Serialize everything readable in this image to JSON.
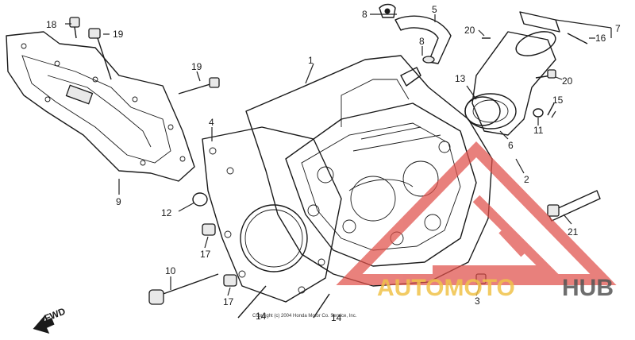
{
  "labels": {
    "l1": "1",
    "l2": "2",
    "l3": "3",
    "l4": "4",
    "l5": "5",
    "l6": "6",
    "l7": "7",
    "l8a": "8",
    "l8b": "8",
    "l9": "9",
    "l10": "10",
    "l11": "11",
    "l12": "12",
    "l13": "13",
    "l14a": "14",
    "l14b": "14",
    "l15": "15",
    "l16": "16",
    "l17a": "17",
    "l17b": "17",
    "l18": "18",
    "l19a": "19",
    "l19b": "19",
    "l20a": "20",
    "l20b": "20",
    "l21": "21"
  },
  "direction": "FWD",
  "copyright": "Copyright (c) 2004 Honda Motor Co. Service, Inc.",
  "watermark": {
    "brand_a": "AUTOMOTO",
    "brand_b": "HUB"
  },
  "colors": {
    "ink": "#1a1a1a",
    "watermark_red": "#e0504a",
    "watermark_gold": "#f0c24a",
    "watermark_grey": "#555555"
  }
}
